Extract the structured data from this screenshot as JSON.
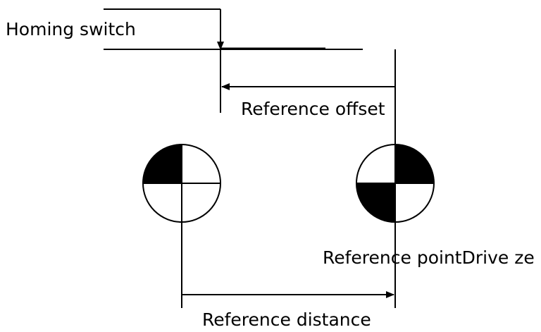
{
  "labels": {
    "homing_switch": "Homing switch",
    "reference_offset": "Reference offset",
    "reference_point_drive_zero": "Reference pointDrive ze",
    "reference_distance": "Reference distance"
  },
  "colors": {
    "ink": "#000000",
    "background": "#ffffff"
  }
}
